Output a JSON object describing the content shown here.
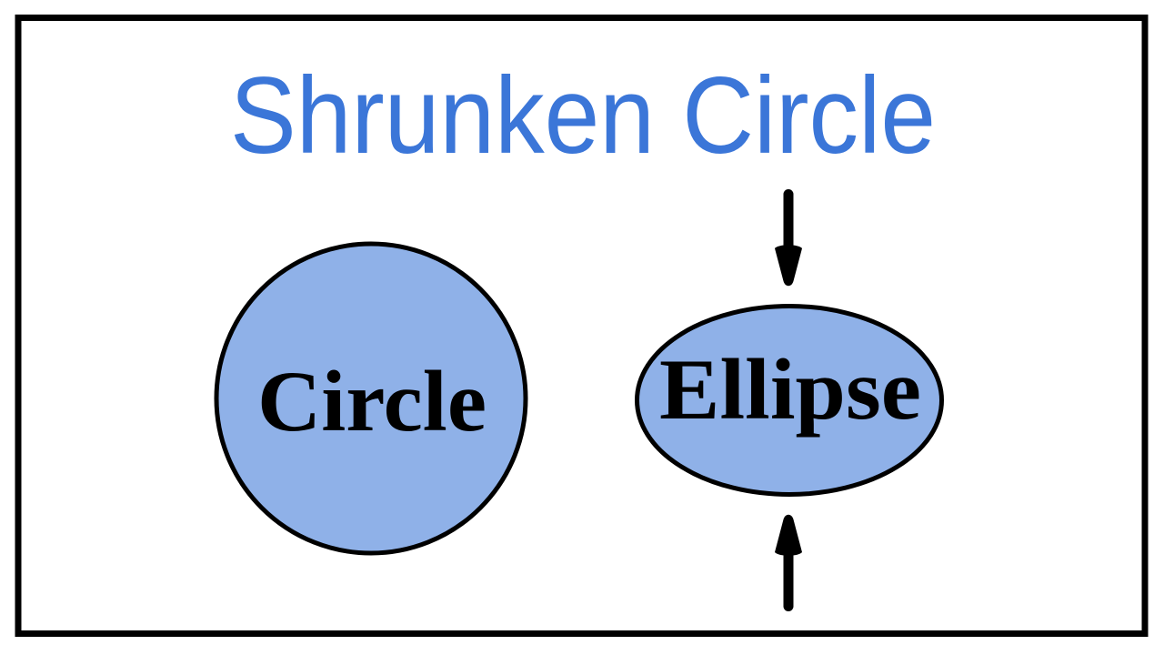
{
  "title": {
    "text": "Shrunken Circle"
  },
  "diagram": {
    "circle_label": "Circle",
    "ellipse_label": "Ellipse"
  },
  "icons": {
    "top_arrow": "arrow-down-icon",
    "bottom_arrow": "arrow-up-icon"
  },
  "colors": {
    "background": "#ffffff",
    "frame": "#000000",
    "title": "#3b76d8",
    "shape_fill": "#8fb1e8",
    "shape_stroke": "#000000",
    "label_text": "#000000",
    "arrow": "#000000"
  }
}
